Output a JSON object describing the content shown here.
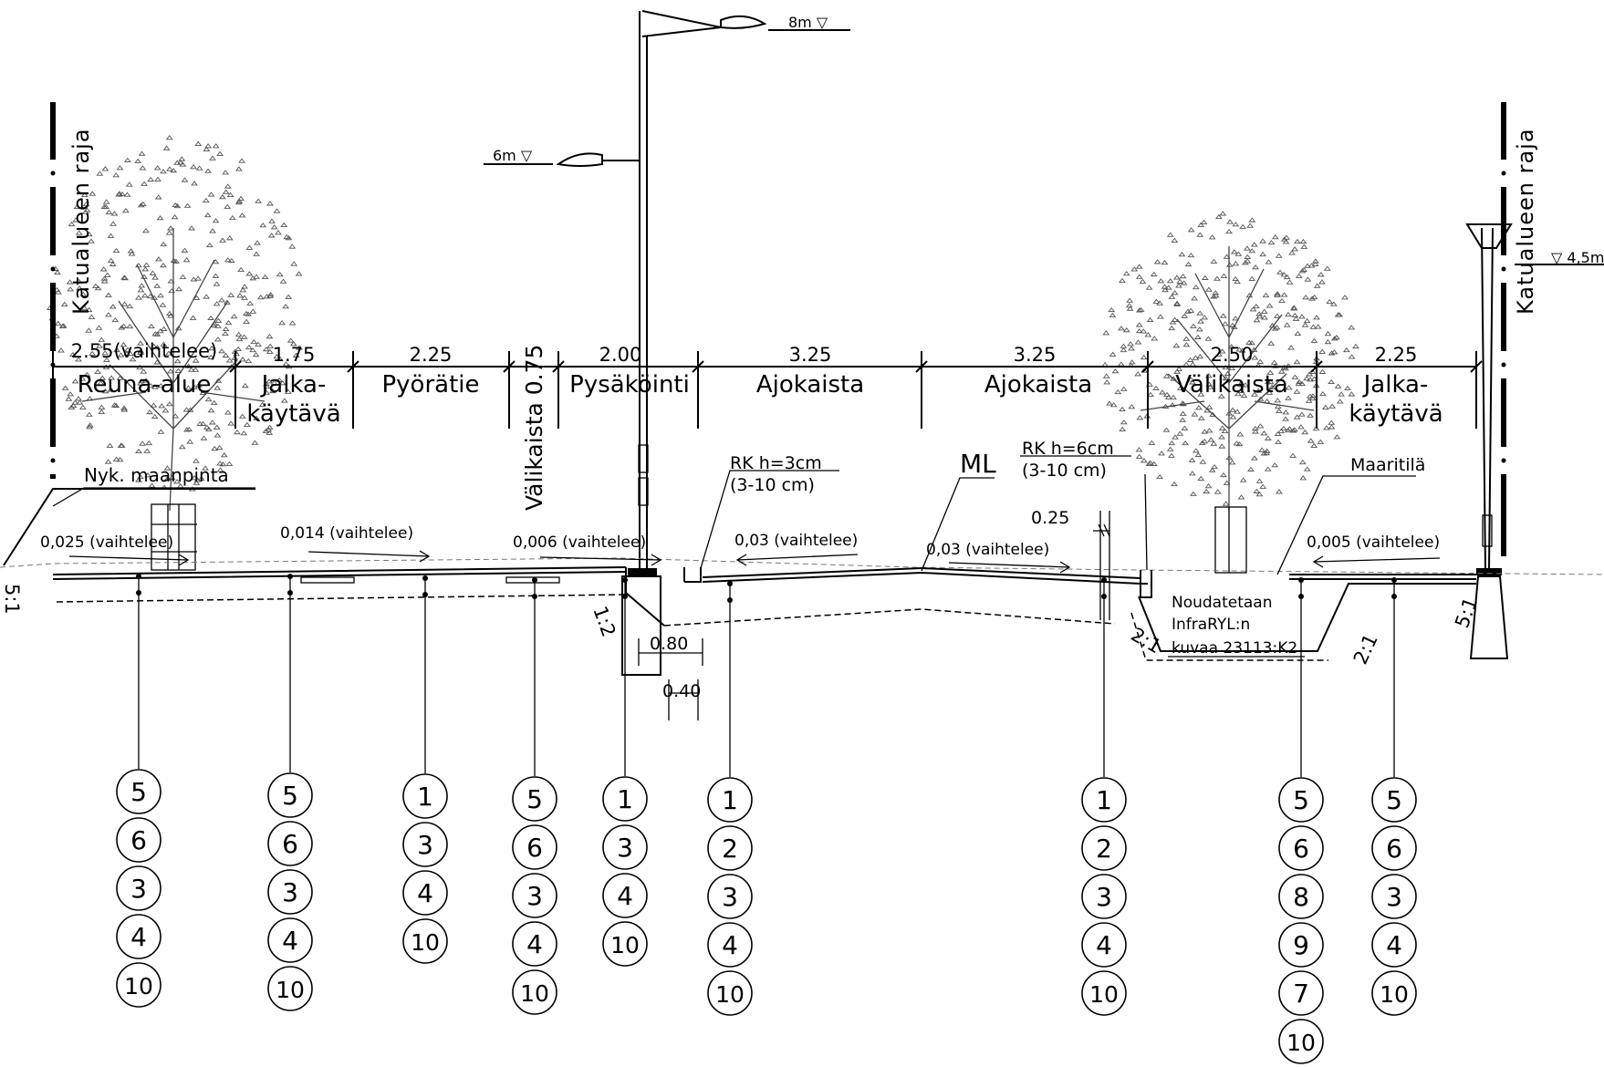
{
  "boundary_label": "Katualueen raja",
  "lamps": {
    "high_8m": "8m ▽",
    "mid_6m": "6m ▽",
    "low_4_5m": "▽ 4,5m"
  },
  "zones": [
    {
      "width": "2.55(vaihtelee)",
      "name": "Reuna-alue",
      "name2": ""
    },
    {
      "width": "1.75",
      "name": "Jalka-",
      "name2": "käytävä"
    },
    {
      "width": "2.25",
      "name": "Pyörätie",
      "name2": ""
    },
    {
      "width": "",
      "name": "Välikaista 0.75",
      "name2": ""
    },
    {
      "width": "2.00",
      "name": "Pysäköinti",
      "name2": ""
    },
    {
      "width": "3.25",
      "name": "Ajokaista",
      "name2": ""
    },
    {
      "width": "3.25",
      "name": "Ajokaista",
      "name2": ""
    },
    {
      "width": "2.50",
      "name": "Välikaista",
      "name2": ""
    },
    {
      "width": "2.25",
      "name": "Jalka-",
      "name2": "käytävä"
    }
  ],
  "annotations": {
    "ground_existing": "Nyk. maanpinta",
    "kerb1_line1": "RK h=3cm",
    "kerb1_line2": "(3-10 cm)",
    "ml": "ML",
    "kerb2_line1": "RK h=6cm",
    "kerb2_line2": "(3-10 cm)",
    "dim_025": "0.25",
    "maaritila": "Maaritilä",
    "note_line1": "Noudatetaan",
    "note_line2": "InfraRYL:n",
    "note_line3": "kuvaa 23113:K2",
    "dim_080": "0.80",
    "dim_040": "0.40"
  },
  "slopes": [
    "0,025 (vaihtelee)",
    "0,014 (vaihtelee)",
    "0,006 (vaihtelee)",
    "0,03 (vaihtelee)",
    "0,03 (vaihtelee)",
    "0,005 (vaihtelee)"
  ],
  "ratios": [
    "5:1",
    "1:2",
    "2:1",
    "2:1",
    "5:1"
  ],
  "layer_stacks": [
    [
      "5",
      "6",
      "3",
      "4",
      "10"
    ],
    [
      "5",
      "6",
      "3",
      "4",
      "10"
    ],
    [
      "1",
      "3",
      "4",
      "10"
    ],
    [
      "5",
      "6",
      "3",
      "4",
      "10"
    ],
    [
      "1",
      "3",
      "4",
      "10"
    ],
    [
      "1",
      "2",
      "3",
      "4",
      "10"
    ],
    [
      "1",
      "2",
      "3",
      "4",
      "10"
    ],
    [
      "5",
      "6",
      "8",
      "9",
      "7",
      "10"
    ],
    [
      "5",
      "6",
      "3",
      "4",
      "10"
    ]
  ]
}
